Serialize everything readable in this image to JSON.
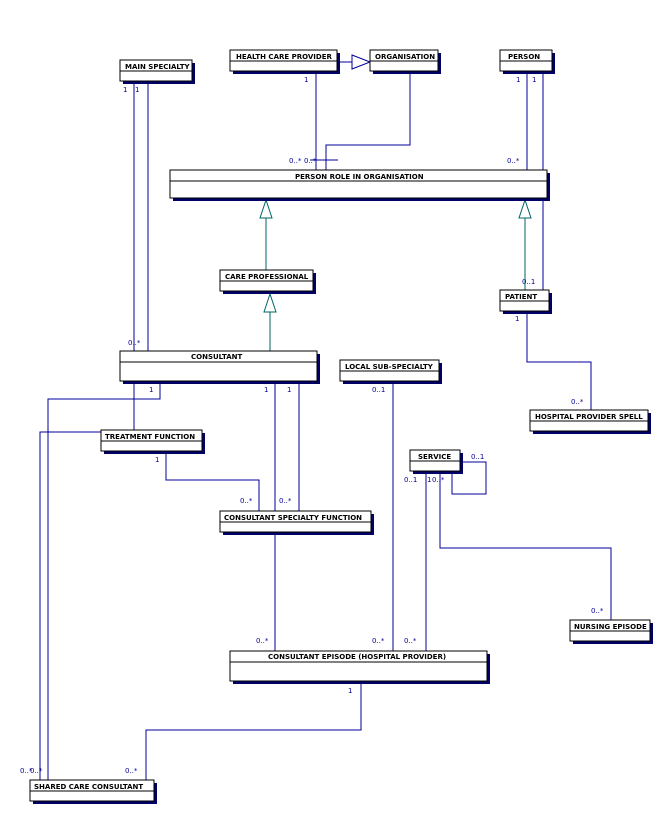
{
  "entities": {
    "health_care_provider": "HEALTH CARE PROVIDER",
    "organisation": "ORGANISATION",
    "person": "PERSON",
    "main_specialty": "MAIN SPECIALTY",
    "person_role_in_organisation": "PERSON ROLE IN ORGANISATION",
    "care_professional": "CARE PROFESSIONAL",
    "patient": "PATIENT",
    "consultant": "CONSULTANT",
    "local_sub_specialty": "LOCAL SUB-SPECIALTY",
    "hospital_provider_spell": "HOSPITAL PROVIDER SPELL",
    "treatment_function": "TREATMENT FUNCTION",
    "service": "SERVICE",
    "consultant_specialty_function": "CONSULTANT SPECIALTY FUNCTION",
    "nursing_episode": "NURSING EPISODE",
    "consultant_episode": "CONSULTANT EPISODE (HOSPITAL PROVIDER)",
    "shared_care_consultant": "SHARED CARE CONSULTANT"
  },
  "multiplicities": {
    "main_specialty_1a": "1",
    "main_specialty_1b": "1",
    "hcp_1": "1",
    "person_1a": "1",
    "person_1b": "1",
    "prio_hcp": "0..*",
    "prio_org": "0..*",
    "prio_person": "0..*",
    "patient_person": "0..1",
    "patient_1": "1",
    "consultant_main": "0..*",
    "consultant_1_left": "1",
    "consultant_1_a": "1",
    "consultant_1_b": "1",
    "local_sub_01": "0..1",
    "spell_0n": "0..*",
    "tf_1": "1",
    "service_self_01": "0..1",
    "service_01": "0..1",
    "service_1": "1",
    "service_0n": "0..*",
    "csf_0n_a": "0..*",
    "csf_0n_b": "0..*",
    "nursing_0n": "0..*",
    "ce_0n_a": "0..*",
    "ce_0n_b": "0..*",
    "ce_0n_c": "0..*",
    "ce_1": "1",
    "scc_left": "0..*",
    "scc_left2": "0..*",
    "scc_right": "0..*"
  }
}
